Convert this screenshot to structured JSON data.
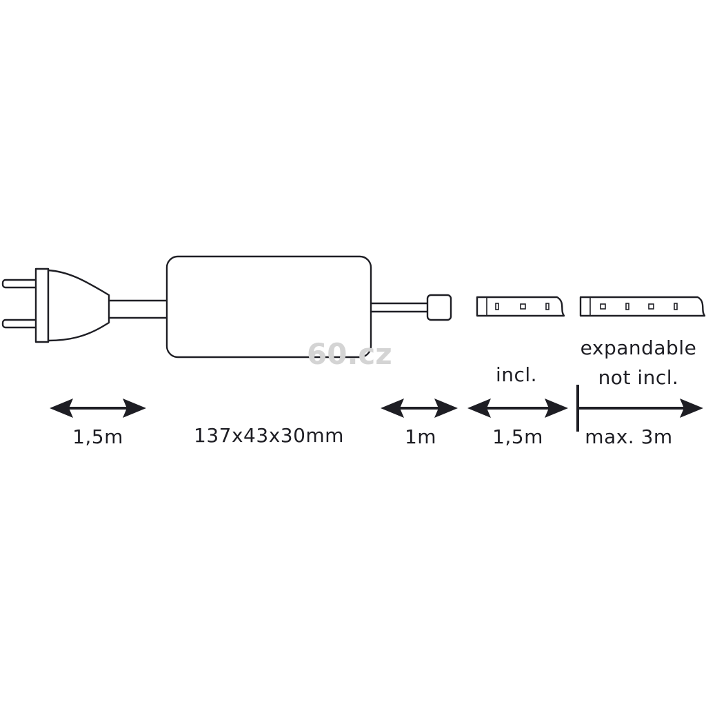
{
  "watermark": "60.cz",
  "labels": {
    "plug_cable": "1,5m",
    "adapter_size": "137x43x30mm",
    "connector_cable": "1m",
    "strip_included_note": "incl.",
    "strip_included_length": "1,5m",
    "expandable_line1": "expandable",
    "expandable_line2": "not incl.",
    "expandable_max": "max. 3m"
  },
  "colors": {
    "line": "#1e1e24",
    "watermark": "#d4d4d4",
    "background": "#ffffff"
  }
}
